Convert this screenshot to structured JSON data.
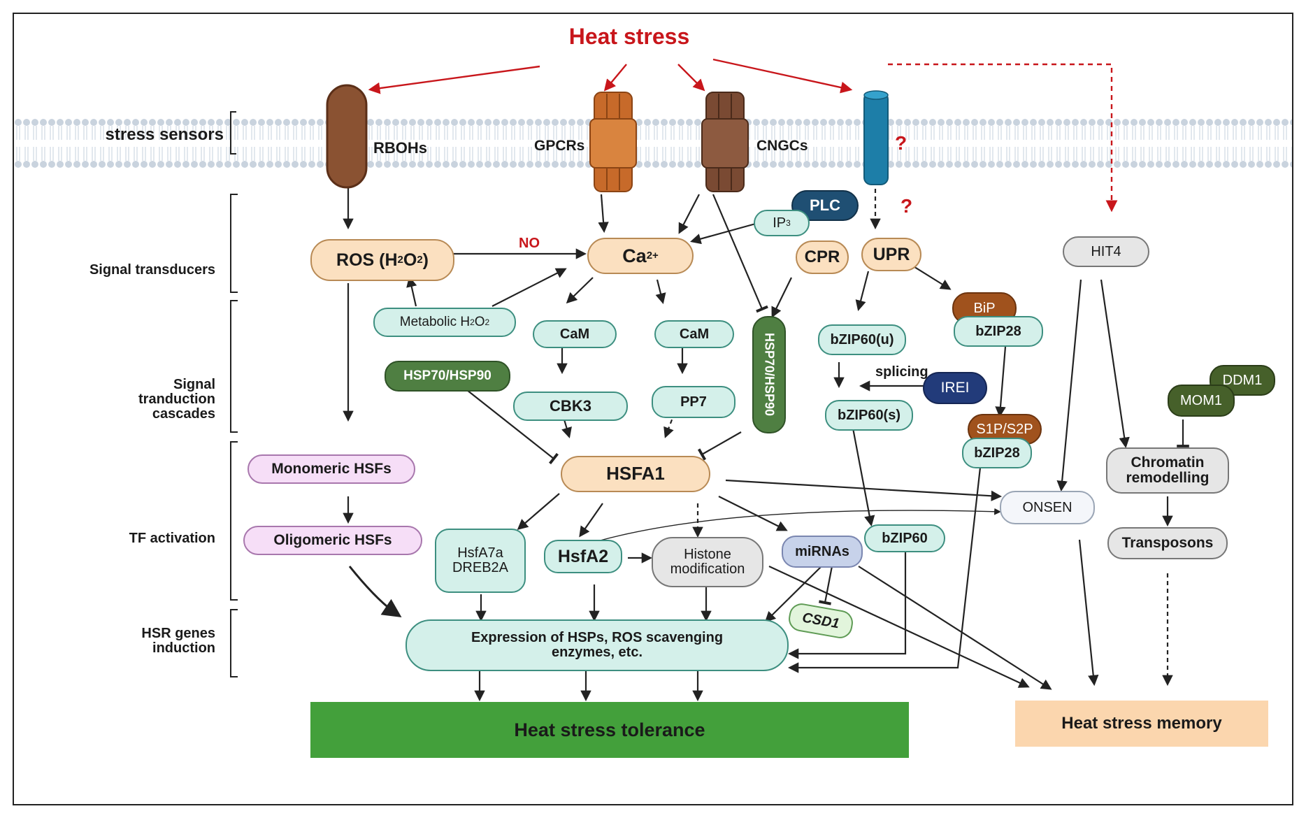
{
  "title": "Heat stress",
  "side_labels": {
    "stress_sensors": "stress sensors",
    "signal_transducers": "Signal transducers",
    "cascades_1": "Signal",
    "cascades_2": "tranduction",
    "cascades_3": "cascades",
    "tf_activation": "TF activation",
    "hsr_1": "HSR genes",
    "hsr_2": "induction"
  },
  "sensors": {
    "rbohs": "RBOHs",
    "gpcrs": "GPCRs",
    "cngcs": "CNGCs",
    "unknown": "?",
    "unknown2": "?"
  },
  "nodes": {
    "plc": "PLC",
    "ip3": "IP",
    "ip3_sub": "3",
    "ros_pre": "ROS (H",
    "ros_sub": "2",
    "ros_mid": "O",
    "ros_sub2": "2",
    "ros_post": ")",
    "no": "NO",
    "ca": "Ca",
    "ca_sup": "2+",
    "cpr": "CPR",
    "upr": "UPR",
    "hit4": "HIT4",
    "metabolic_pre": "Metabolic H",
    "metabolic_sub": "2",
    "metabolic_mid": "O",
    "metabolic_sub2": "2",
    "cam1": "CaM",
    "cam2": "CaM",
    "cbk3": "CBK3",
    "pp7": "PP7",
    "hsp_left": "HSP70/HSP90",
    "hsp_vertical": "HSP70/HSP90",
    "bzip60u": "bZIP60(u)",
    "splicing": "splicing",
    "ire1": "IREI",
    "bzip60s": "bZIP60(s)",
    "bip": "BiP",
    "bzip28_top": "bZIP28",
    "s1p": "S1P/S2P",
    "bzip28_bottom": "bZIP28",
    "ddm1": "DDM1",
    "mom1": "MOM1",
    "chromatin_1": "Chromatin",
    "chromatin_2": "remodelling",
    "monomeric": "Monomeric HSFs",
    "oligomeric": "Oligomeric HSFs",
    "hsfa1": "HSFA1",
    "onsen": "ONSEN",
    "transposons": "Transposons",
    "hsfa7a_1": "HsfA7a",
    "hsfa7a_2": "DREB2A",
    "hsfa2": "HsfA2",
    "histone_1": "Histone",
    "histone_2": "modification",
    "mirnas": "miRNAs",
    "bzip60": "bZIP60",
    "csd1": "CSD1",
    "expression_1": "Expression of HSPs, ROS scavenging",
    "expression_2": "enzymes, etc."
  },
  "outcomes": {
    "tolerance": "Heat stress tolerance",
    "memory": "Heat stress memory"
  },
  "colors": {
    "red": "#c8161b",
    "tolerance_green": "#43a03b",
    "memory_peach": "#fbd6ae",
    "membrane": "#c9d3de"
  }
}
